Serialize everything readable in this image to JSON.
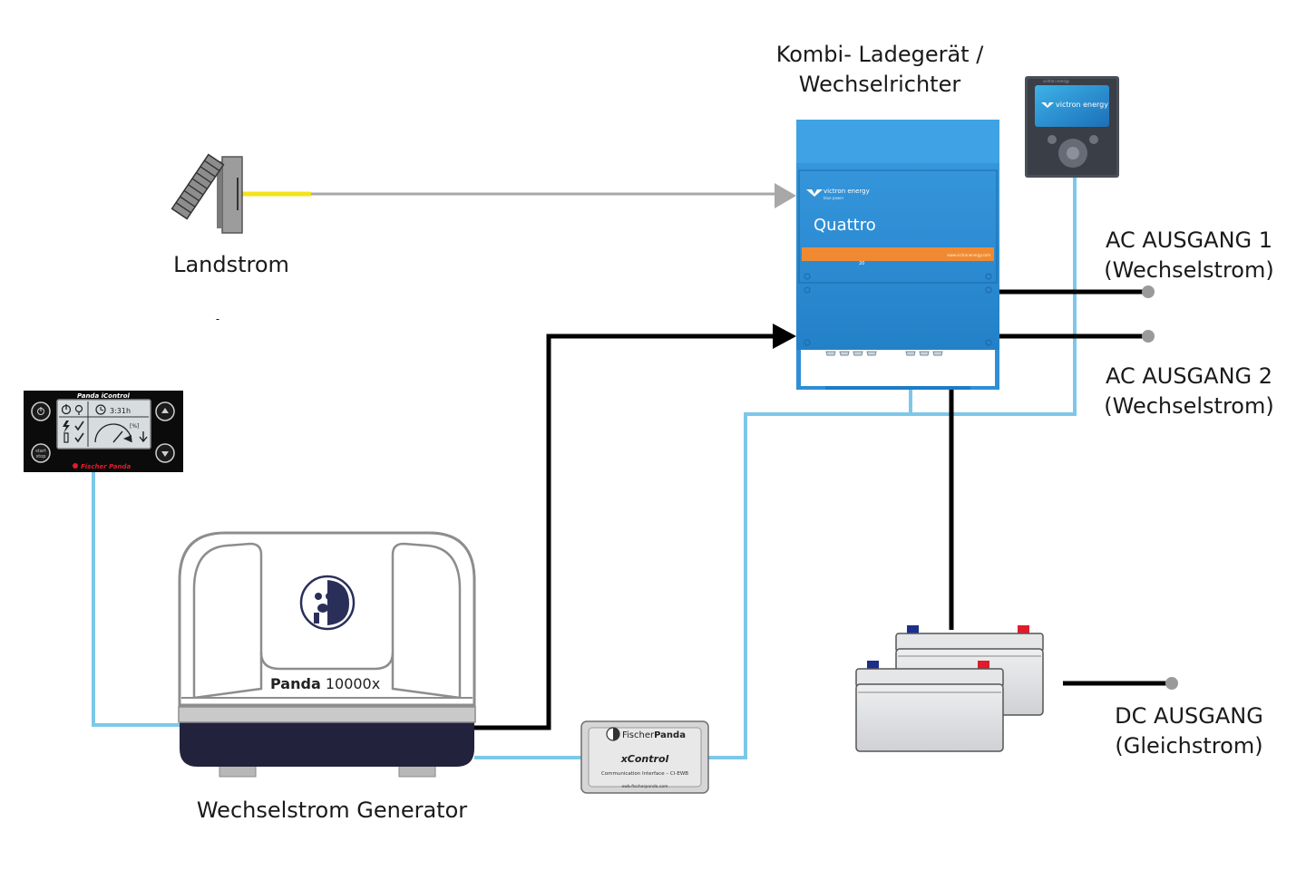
{
  "labels": {
    "inverter_line1": "Kombi- Ladegerät /",
    "inverter_line2": "Wechselrichter",
    "shore_power": "Landstrom",
    "shore_dash": "-",
    "ac_out1_line1": "AC AUSGANG 1",
    "ac_out1_line2": "(Wechselstrom)",
    "ac_out2_line1": "AC AUSGANG 2",
    "ac_out2_line2": "(Wechselstrom)",
    "dc_out_line1": "DC AUSGANG",
    "dc_out_line2": "(Gleichstrom)",
    "generator": "Wechselstrom Generator"
  },
  "inverter": {
    "brand": "victron energy",
    "brand_sub": "blue power",
    "model": "Quattro",
    "strip_text": "www.victronenergy.com",
    "strip_num": "20"
  },
  "gx_display": {
    "brand": "victron energy",
    "small_brand": "victron energy"
  },
  "generator": {
    "brand_bold": "Panda",
    "model": "10000x"
  },
  "xcontrol": {
    "brand_regular": "Fischer",
    "brand_bold": "Panda",
    "title": "xControl",
    "subtitle": "Communication Interface – CI-EWB",
    "url": "ewb.fischerpanda.com"
  },
  "panel": {
    "title": "Panda iControl",
    "time": "3:31h",
    "start_label": "start",
    "stop_label": "stop",
    "brand": "Fischer Panda"
  },
  "colors": {
    "comm_cable": "#7dc8e8",
    "power_cable": "#000000",
    "shore_cable": "#a8a8a8",
    "shore_plug": "#f5e21b",
    "inverter_blue": "#2e8fd6",
    "inverter_stripe": "#f08a32",
    "generator_base": "#22223d",
    "battery_body": "#dcdde0",
    "terminal_neg": "#1d2f8a",
    "terminal_pos": "#e11b2b"
  }
}
